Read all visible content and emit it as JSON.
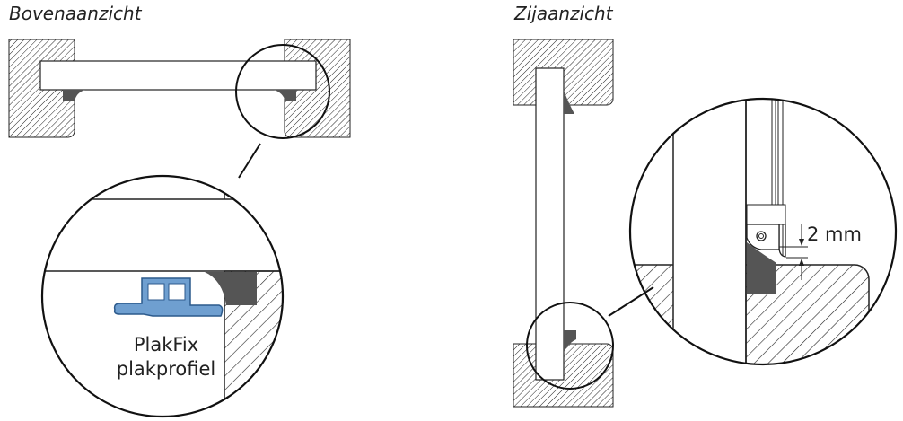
{
  "top_view": {
    "title": "Bovenaanzicht",
    "label_line1": "PlakFix",
    "label_line2": "plakprofiel"
  },
  "side_view": {
    "title": "Zijaanzicht",
    "dimension": "2 mm"
  },
  "colors": {
    "line": "#1a1a1a",
    "sealant": "#555555",
    "profile": "#6f9fd0",
    "profile_stroke": "#2c5a8c"
  }
}
